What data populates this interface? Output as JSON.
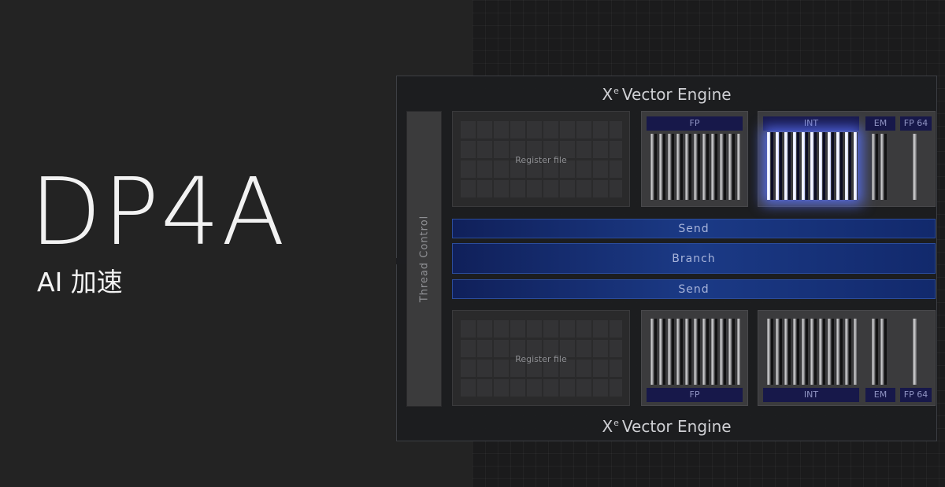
{
  "hero": {
    "title": "DP4A",
    "subtitle": "AI 加速"
  },
  "diagram": {
    "engine_title_main": "X",
    "engine_title_sup": "e",
    "engine_title_rest": "Vector Engine",
    "thread_control": "Thread Control",
    "register_file": "Register file",
    "units": {
      "fp": "FP",
      "int": "INT",
      "em": "EM",
      "fp64": "FP 64"
    },
    "bars": {
      "send_top": "Send",
      "branch": "Branch",
      "send_bottom": "Send"
    },
    "highlighted_unit": "INT",
    "colors": {
      "accent_blue": "#1b3a86",
      "unit_tag": "#17184a",
      "glow": "#5a73ff"
    }
  }
}
